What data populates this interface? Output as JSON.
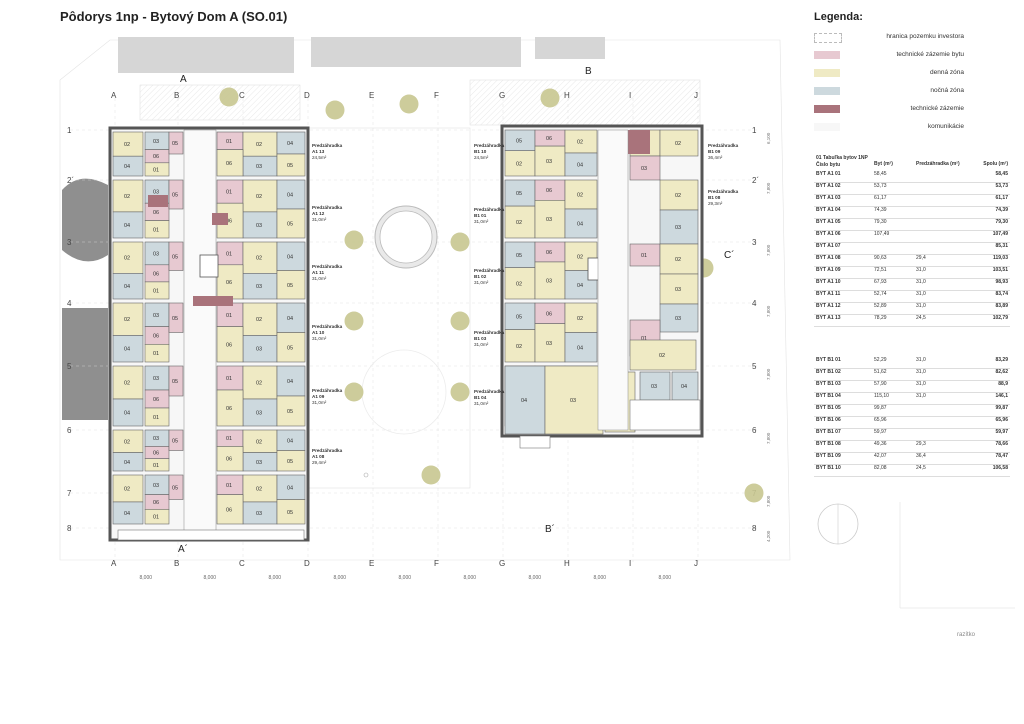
{
  "title": "Pôdorys 1np - Bytový Dom A (SO.01)",
  "legend": {
    "heading": "Legenda:",
    "items": [
      {
        "label": "hranica pozemku investora",
        "color": "#ffffff"
      },
      {
        "label": "technické zázemie bytu",
        "color": "#e7c9d1"
      },
      {
        "label": "denná zóna",
        "color": "#efeac4"
      },
      {
        "label": "nočná zóna",
        "color": "#cdd9de"
      },
      {
        "label": "technické zázemie",
        "color": "#a9737b"
      },
      {
        "label": "komunikácie",
        "color": "#f7f7f7"
      }
    ]
  },
  "table": {
    "caption": "01 Tabuľka bytov 1NP",
    "headers": [
      "Číslo bytu",
      "Byt (m²)",
      "Predzáhradka (m²)",
      "Spolu (m²)"
    ],
    "group_a": [
      [
        "BYT A1 01",
        "58,45",
        "",
        "58,45"
      ],
      [
        "BYT A1 02",
        "53,73",
        "",
        "53,73"
      ],
      [
        "BYT A1 03",
        "61,17",
        "",
        "61,17"
      ],
      [
        "BYT A1 04",
        "74,39",
        "",
        "74,39"
      ],
      [
        "BYT A1 05",
        "79,30",
        "",
        "79,30"
      ],
      [
        "BYT A1 06",
        "107,49",
        "",
        "107,49"
      ],
      [
        "BYT A1 07",
        "",
        "",
        "85,31"
      ],
      [
        "BYT A1 08",
        "90,63",
        "29,4",
        "119,03"
      ],
      [
        "BYT A1 09",
        "72,51",
        "31,0",
        "103,51"
      ],
      [
        "BYT A1 10",
        "67,93",
        "31,0",
        "98,93"
      ],
      [
        "BYT A1 11",
        "52,74",
        "31,0",
        "83,74"
      ],
      [
        "BYT A1 12",
        "52,89",
        "31,0",
        "83,89"
      ],
      [
        "BYT A1 13",
        "78,29",
        "24,5",
        "102,79"
      ]
    ],
    "group_b": [
      [
        "BYT B1 01",
        "52,29",
        "31,0",
        "83,29"
      ],
      [
        "BYT B1 02",
        "51,62",
        "31,0",
        "82,62"
      ],
      [
        "BYT B1 03",
        "57,90",
        "31,0",
        "88,9"
      ],
      [
        "BYT B1 04",
        "115,10",
        "31,0",
        "146,1"
      ],
      [
        "BYT B1 05",
        "99,87",
        "",
        "99,87"
      ],
      [
        "BYT B1 06",
        "65,96",
        "",
        "65,96"
      ],
      [
        "BYT B1 07",
        "59,97",
        "",
        "59,97"
      ],
      [
        "BYT B1 08",
        "49,36",
        "29,3",
        "78,66"
      ],
      [
        "BYT B1 09",
        "42,07",
        "36,4",
        "78,47"
      ],
      [
        "BYT B1 10",
        "82,08",
        "24,5",
        "106,58"
      ]
    ]
  },
  "grid": {
    "columns": [
      "A",
      "B",
      "C",
      "D",
      "E",
      "F",
      "G",
      "H",
      "I",
      "J"
    ],
    "rows": [
      "1",
      "2´",
      "3",
      "4",
      "5",
      "6",
      "7",
      "8"
    ],
    "spacing_label": "8,000",
    "row_dims": [
      "6,100",
      "7,800",
      "7,800",
      "7,800",
      "7,800",
      "7,800",
      "7,800",
      "4,200"
    ]
  },
  "sections": [
    "A",
    "A´",
    "B",
    "B´",
    "C´"
  ],
  "gardens_a": [
    {
      "label": "Predzáhradka",
      "id": "A1 13",
      "area": "24,5m²"
    },
    {
      "label": "Predzáhradka",
      "id": "A1 12",
      "area": "31,0m²"
    },
    {
      "label": "Predzáhradka",
      "id": "A1 11",
      "area": "31,0m²"
    },
    {
      "label": "Predzáhradka",
      "id": "A1 10",
      "area": "31,0m²"
    },
    {
      "label": "Predzáhradka",
      "id": "A1 09",
      "area": "31,0m²"
    },
    {
      "label": "Predzáhradka",
      "id": "A1 08",
      "area": "29,4m²"
    }
  ],
  "gardens_b": [
    {
      "label": "Predzáhradka",
      "id": "B1 10",
      "area": "24,5m²"
    },
    {
      "label": "Predzáhradka",
      "id": "B1 01",
      "area": "31,0m²"
    },
    {
      "label": "Predzáhradka",
      "id": "B1 02",
      "area": "31,0m²"
    },
    {
      "label": "Predzáhradka",
      "id": "B1 03",
      "area": "31,0m²"
    },
    {
      "label": "Predzáhradka",
      "id": "B1 04",
      "area": "31,0m²"
    }
  ],
  "gardens_b_right": [
    {
      "label": "Predzáhradka",
      "id": "B1 09",
      "area": "36,4m²"
    },
    {
      "label": "Predzáhradka",
      "id": "B1 08",
      "area": "29,3m²"
    }
  ],
  "stamp": "razítko"
}
